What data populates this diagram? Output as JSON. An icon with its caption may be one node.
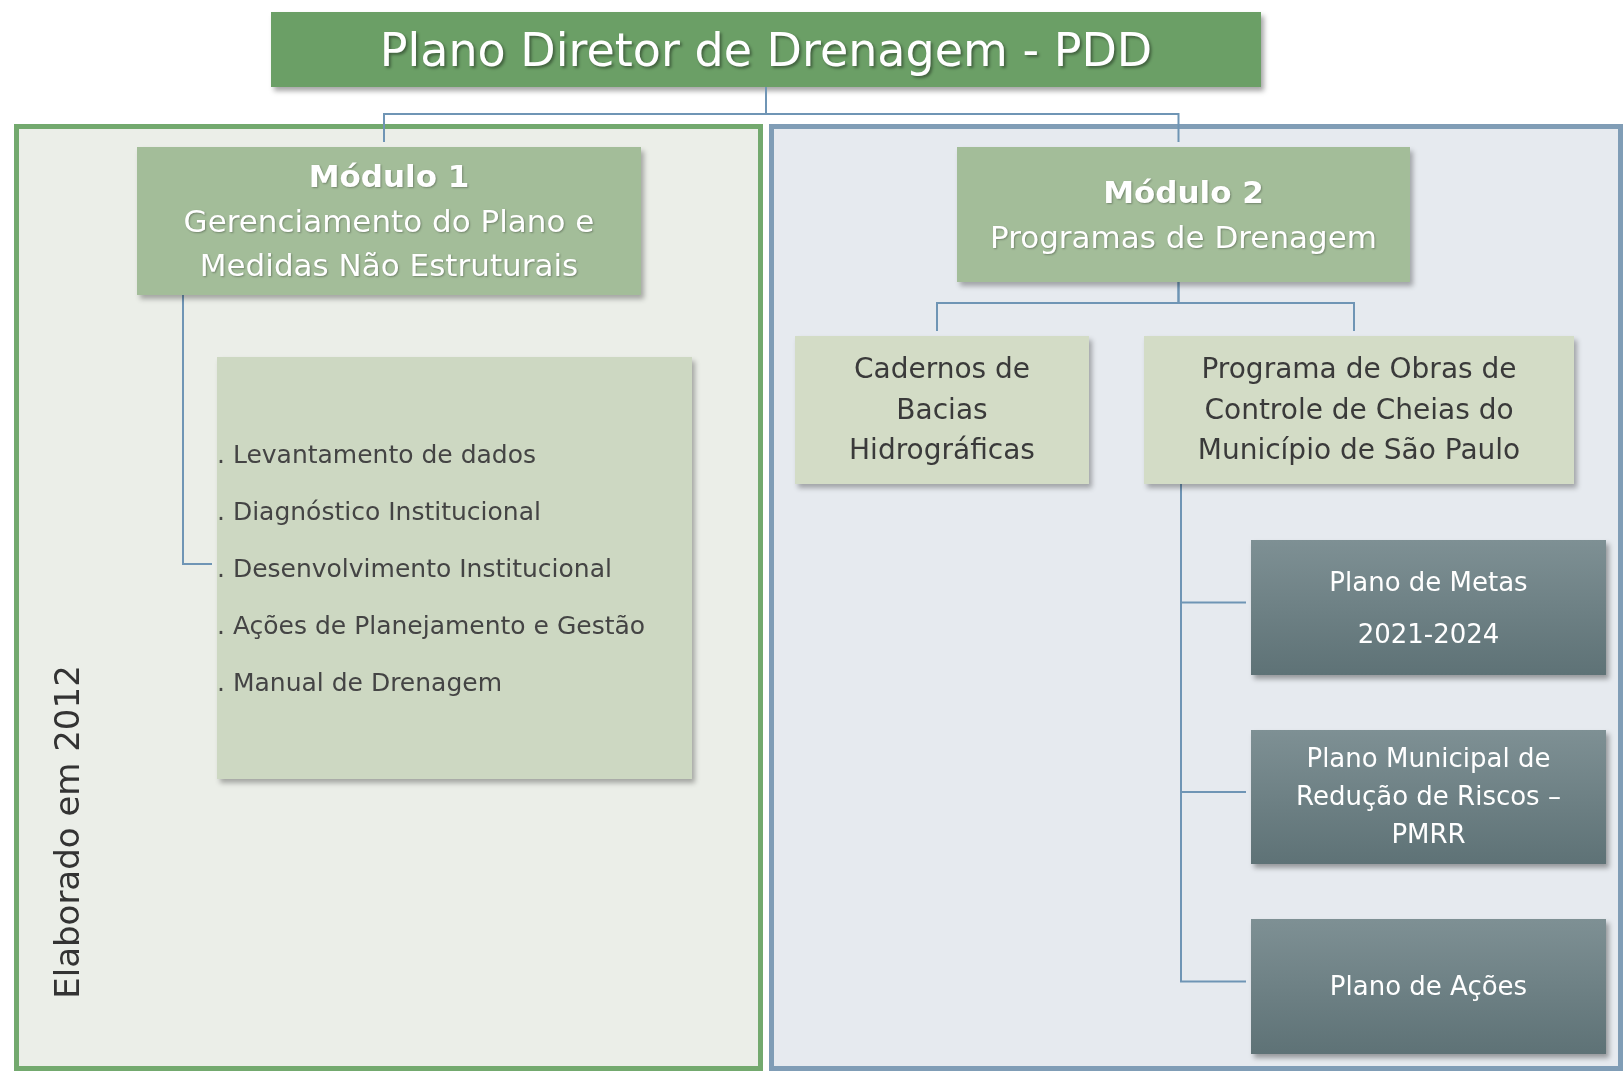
{
  "diagram": {
    "nodes": [
      {
        "text": [
          "Plano Diretor de Drenagem - PDD"
        ]
      },
      {
        "text": [
          "Elaborado em 2012"
        ]
      },
      {
        "text": [
          "Módulo 1",
          "Gerenciamento do Plano e Medidas Não Estruturais"
        ],
        "in": 1
      },
      {
        "text": [
          ". Levantamento de dados",
          ". Diagnóstico Institucional",
          ". Desenvolvimento Institucional",
          ". Ações de Planejamento e Gestão",
          ". Manual de Drenagem"
        ],
        "in": 1
      },
      {
        "text": [],
        "shape": "box"
      },
      {
        "text": [
          "Módulo 2",
          "Programas de Drenagem"
        ],
        "in": 4
      },
      {
        "text": [
          "Cadernos de Bacias Hidrográficas"
        ],
        "in": 4
      },
      {
        "text": [
          "Programa de Obras de Controle de Cheias do Município de São Paulo"
        ],
        "in": 4
      },
      {
        "text": [
          "Plano de Metas",
          "2021-2024"
        ],
        "in": 4
      },
      {
        "text": [
          "Plano Municipal de Redução de Riscos – PMRR"
        ],
        "in": 4
      },
      {
        "text": [
          "Plano de Ações"
        ],
        "in": 4
      }
    ],
    "edges": [
      {
        "from": 0,
        "to": 2,
        "arrow": "none"
      },
      {
        "from": 0,
        "to": 5,
        "arrow": "none"
      },
      {
        "from": 2,
        "to": 3,
        "arrow": "none"
      },
      {
        "from": 5,
        "to": 6,
        "arrow": "none"
      },
      {
        "from": 5,
        "to": 7,
        "arrow": "none"
      },
      {
        "from": 7,
        "to": 8,
        "arrow": "none"
      },
      {
        "from": 7,
        "to": 9,
        "arrow": "none"
      },
      {
        "from": 7,
        "to": 10,
        "arrow": "none"
      }
    ]
  }
}
